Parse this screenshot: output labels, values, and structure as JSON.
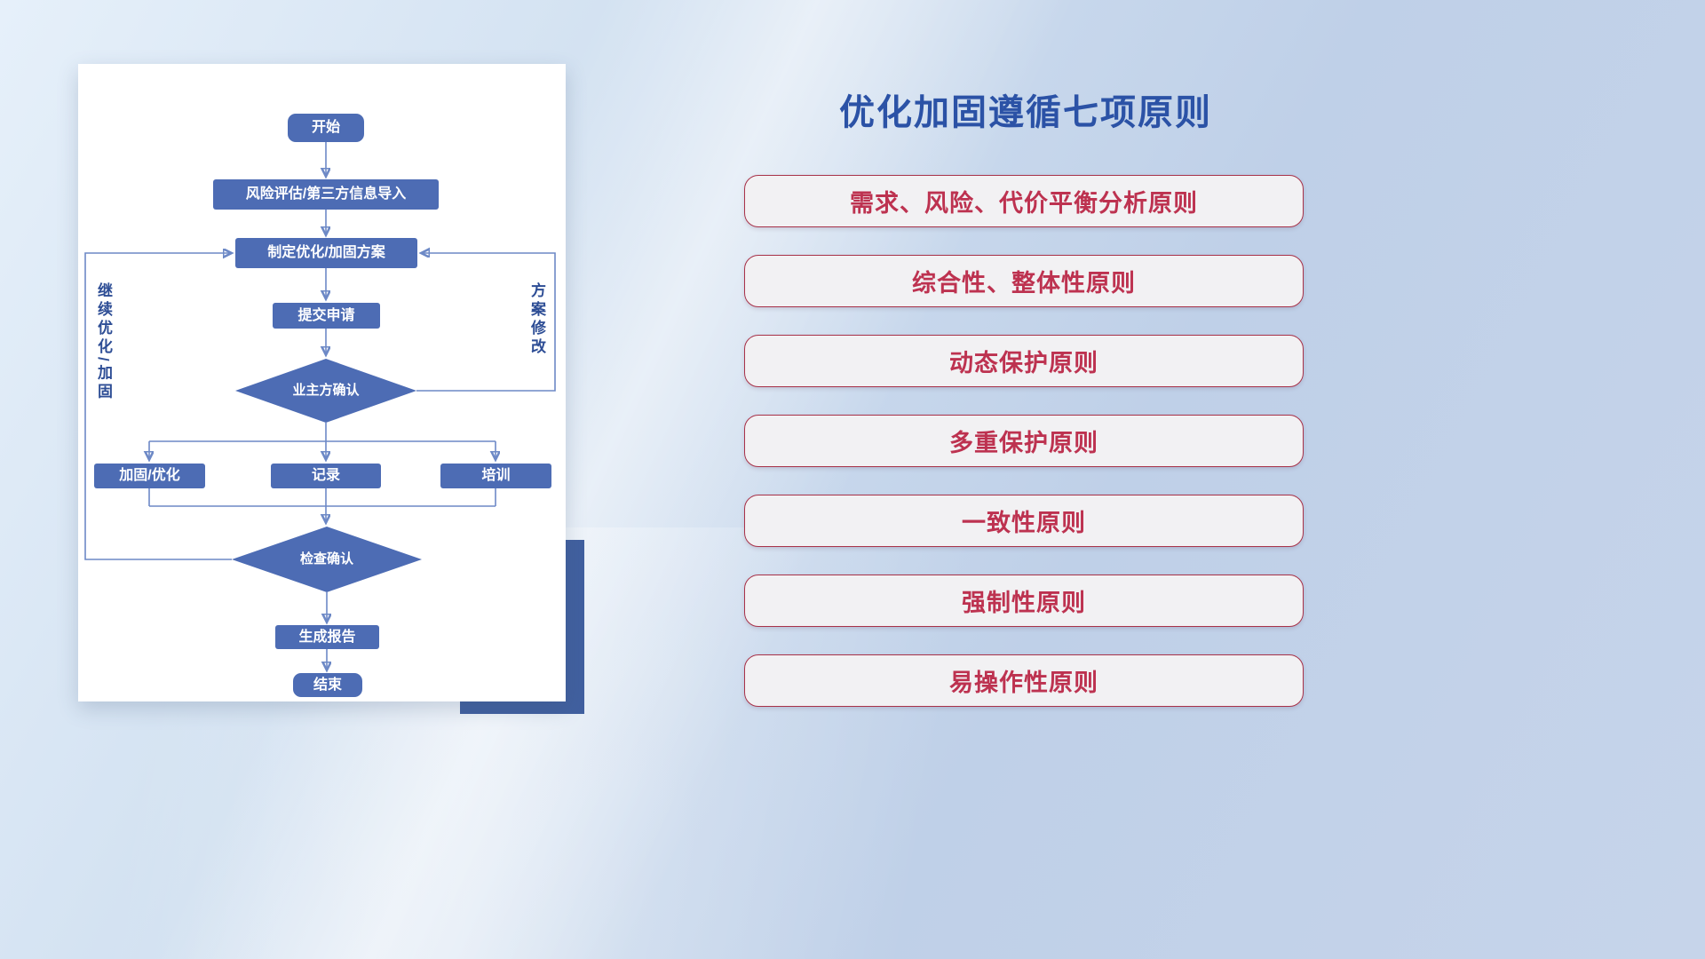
{
  "flowchart": {
    "nodes": {
      "start": "开始",
      "risk": "风险评估/第三方信息导入",
      "plan": "制定优化/加固方案",
      "submit": "提交申请",
      "owner_confirm": "业主方确认",
      "harden": "加固/优化",
      "record": "记录",
      "train": "培训",
      "check_confirm": "检查确认",
      "report": "生成报告",
      "end": "结束"
    },
    "loop_labels": {
      "left": "继续优化/加固",
      "right": "方案修改"
    },
    "colors": {
      "node_fill": "#4d6cb4",
      "node_text": "#ffffff",
      "connector": "#6d89c6",
      "loop_label": "#2d4d95",
      "accent_block": "#41609f"
    }
  },
  "panel": {
    "title": "优化加固遵循七项原则",
    "title_color": "#2b52a6",
    "principles": [
      "需求、风险、代价平衡分析原则",
      "综合性、整体性原则",
      "动态保护原则",
      "多重保护原则",
      "一致性原则",
      "强制性原则",
      "易操作性原则"
    ],
    "pill_colors": {
      "background": "#f2f1f3",
      "border": "#a83249",
      "text": "#bd3250"
    }
  }
}
